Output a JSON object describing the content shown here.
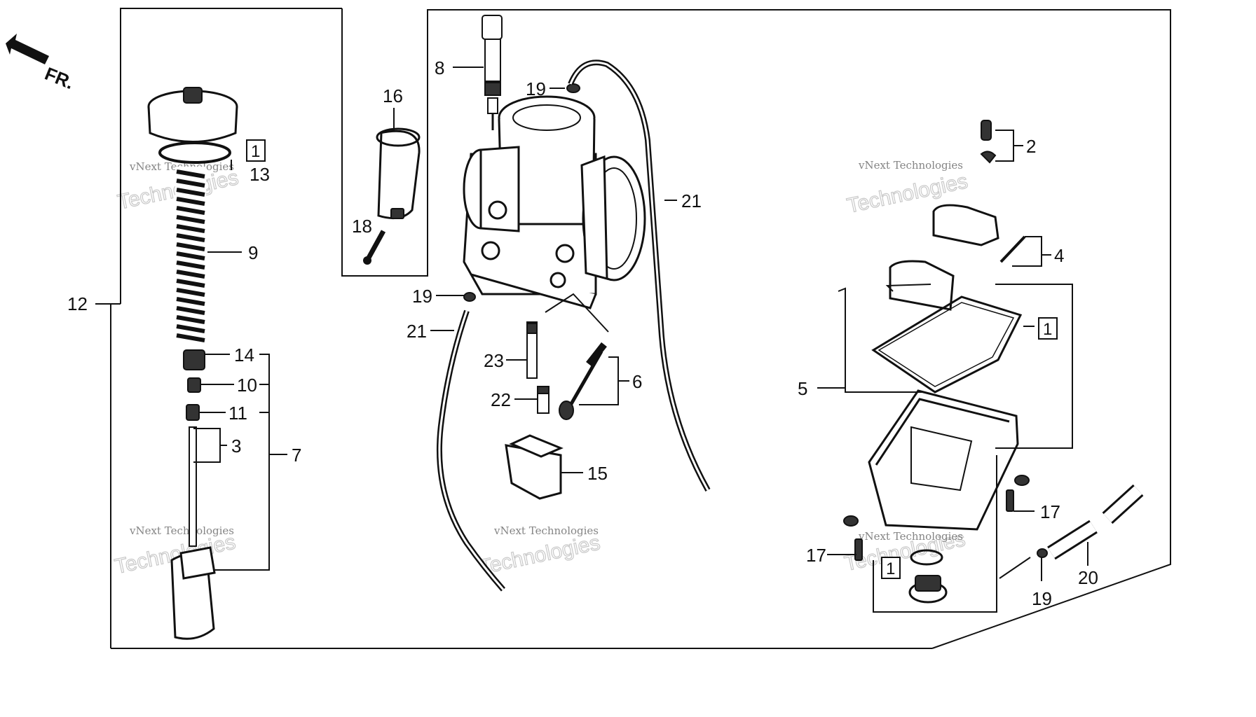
{
  "orientation": {
    "label": "FR."
  },
  "callouts": [
    "1",
    "2",
    "3",
    "4",
    "5",
    "6",
    "7",
    "8",
    "9",
    "10",
    "11",
    "12",
    "13",
    "14",
    "15",
    "16",
    "17",
    "18",
    "19",
    "20",
    "21",
    "22",
    "23"
  ],
  "labels": {
    "n1": "1",
    "n2": "2",
    "n3": "3",
    "n4": "4",
    "n5": "5",
    "n6": "6",
    "n7": "7",
    "n8": "8",
    "n9": "9",
    "n10": "10",
    "n11": "11",
    "n12": "12",
    "n13": "13",
    "n14": "14",
    "n15": "15",
    "n16": "16",
    "n17": "17",
    "n18": "18",
    "n19": "19",
    "n20": "20",
    "n21": "21",
    "n22": "22",
    "n23": "23"
  },
  "watermark": {
    "line1": "vNext Technologies",
    "line2": "Technologies"
  },
  "colors": {
    "ink": "#111111",
    "background": "#ffffff",
    "watermark": "#bbbbbb"
  }
}
